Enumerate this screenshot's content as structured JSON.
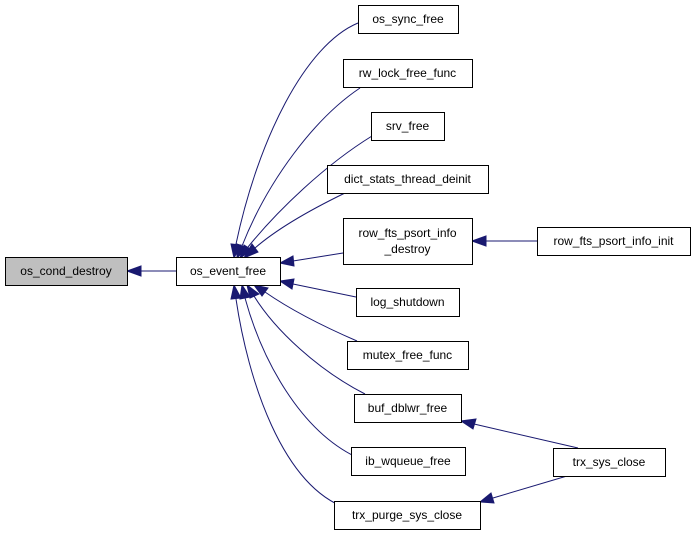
{
  "graph": {
    "edge_color": "#191970",
    "root_fill": "#bfbfbf",
    "nodes": [
      {
        "id": "os_cond_destroy",
        "lines": [
          "os_cond_destroy"
        ],
        "root": true
      },
      {
        "id": "os_event_free",
        "lines": [
          "os_event_free"
        ]
      },
      {
        "id": "os_sync_free",
        "lines": [
          "os_sync_free"
        ]
      },
      {
        "id": "rw_lock_free_func",
        "lines": [
          "rw_lock_free_func"
        ]
      },
      {
        "id": "srv_free",
        "lines": [
          "srv_free"
        ]
      },
      {
        "id": "dict_stats_thread_deinit",
        "lines": [
          "dict_stats_thread_deinit"
        ]
      },
      {
        "id": "row_fts_psort_info_destroy",
        "lines": [
          "row_fts_psort_info",
          "_destroy"
        ]
      },
      {
        "id": "row_fts_psort_info_init",
        "lines": [
          "row_fts_psort_info_init"
        ]
      },
      {
        "id": "log_shutdown",
        "lines": [
          "log_shutdown"
        ]
      },
      {
        "id": "mutex_free_func",
        "lines": [
          "mutex_free_func"
        ]
      },
      {
        "id": "buf_dblwr_free",
        "lines": [
          "buf_dblwr_free"
        ]
      },
      {
        "id": "ib_wqueue_free",
        "lines": [
          "ib_wqueue_free"
        ]
      },
      {
        "id": "trx_purge_sys_close",
        "lines": [
          "trx_purge_sys_close"
        ]
      },
      {
        "id": "trx_sys_close",
        "lines": [
          "trx_sys_close"
        ]
      }
    ],
    "edges": [
      {
        "from": "os_event_free",
        "to": "os_cond_destroy"
      },
      {
        "from": "os_sync_free",
        "to": "os_event_free"
      },
      {
        "from": "rw_lock_free_func",
        "to": "os_event_free"
      },
      {
        "from": "srv_free",
        "to": "os_event_free"
      },
      {
        "from": "dict_stats_thread_deinit",
        "to": "os_event_free"
      },
      {
        "from": "row_fts_psort_info_destroy",
        "to": "os_event_free"
      },
      {
        "from": "log_shutdown",
        "to": "os_event_free"
      },
      {
        "from": "mutex_free_func",
        "to": "os_event_free"
      },
      {
        "from": "buf_dblwr_free",
        "to": "os_event_free"
      },
      {
        "from": "ib_wqueue_free",
        "to": "os_event_free"
      },
      {
        "from": "trx_purge_sys_close",
        "to": "os_event_free"
      },
      {
        "from": "row_fts_psort_info_init",
        "to": "row_fts_psort_info_destroy"
      },
      {
        "from": "trx_sys_close",
        "to": "buf_dblwr_free"
      },
      {
        "from": "trx_sys_close",
        "to": "trx_purge_sys_close"
      }
    ]
  }
}
